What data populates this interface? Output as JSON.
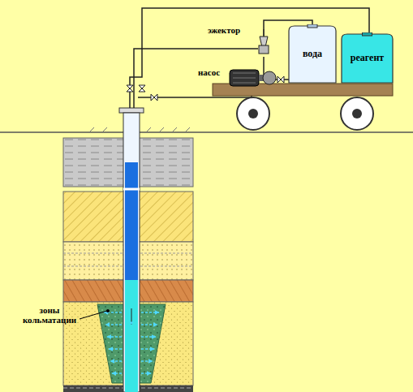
{
  "diagram": {
    "nodes": [
      {
        "text": [
          "вода"
        ]
      },
      {
        "text": [
          "реагент"
        ]
      }
    ],
    "labels": [
      "эжектор",
      "насос",
      "зоны кольматации"
    ]
  }
}
